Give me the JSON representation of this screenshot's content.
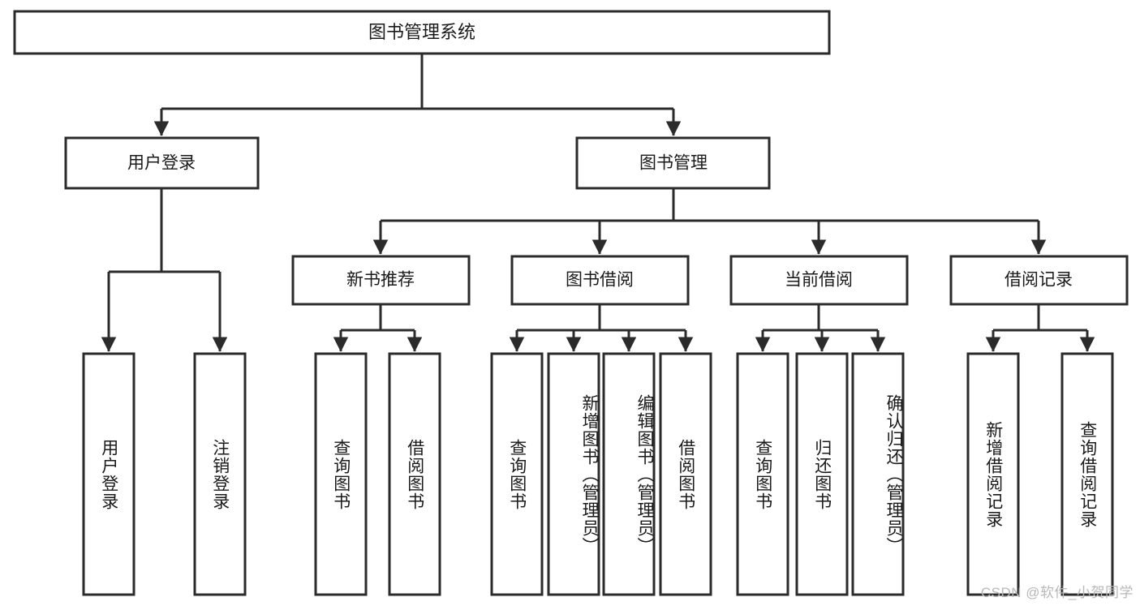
{
  "diagram": {
    "type": "tree-hierarchy-chart",
    "title": "图书管理系统",
    "watermark": "CSDN @软件_小贺同学",
    "colors": {
      "box_stroke": "#2b2b2b",
      "box_fill": "#ffffff",
      "text": "#1a1a1a",
      "background": "#ffffff",
      "watermark": "#b8b8b8"
    },
    "levels": {
      "root": {
        "label": "图书管理系统"
      },
      "level2": [
        {
          "label": "用户登录"
        },
        {
          "label": "图书管理"
        }
      ],
      "level3": [
        {
          "label": "新书推荐"
        },
        {
          "label": "图书借阅"
        },
        {
          "label": "当前借阅"
        },
        {
          "label": "借阅记录"
        }
      ]
    },
    "leaves": {
      "user_login": [
        {
          "label": "用户登录"
        },
        {
          "label": "注销登录"
        }
      ],
      "new_book_recommend": [
        {
          "label": "查询图书"
        },
        {
          "label": "借阅图书"
        }
      ],
      "book_borrow": [
        {
          "label": "查询图书"
        },
        {
          "label": "新增图书（管理员）"
        },
        {
          "label": "编辑图书（管理员）"
        },
        {
          "label": "借阅图书"
        }
      ],
      "current_borrow": [
        {
          "label": "查询图书"
        },
        {
          "label": "归还图书"
        },
        {
          "label": "确认归还（管理员）"
        }
      ],
      "borrow_record": [
        {
          "label": "新增借阅记录"
        },
        {
          "label": "查询借阅记录"
        }
      ]
    }
  }
}
